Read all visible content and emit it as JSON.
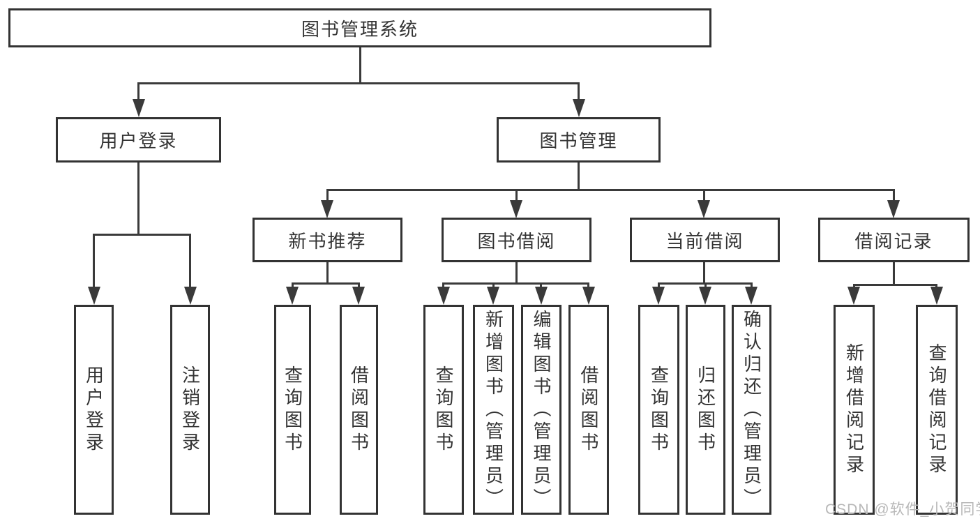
{
  "colors": {
    "background": "#ffffff",
    "border": "#333333",
    "line": "#3a3a3a",
    "text": "#333333",
    "watermark": "#b8b8b8"
  },
  "nodes": {
    "root": {
      "label": "图书管理系统"
    },
    "user_login": {
      "label": "用户登录",
      "children": [
        {
          "label": "用户登录"
        },
        {
          "label": "注销登录"
        }
      ]
    },
    "book_management": {
      "label": "图书管理",
      "children": [
        {
          "label": "新书推荐",
          "children": [
            {
              "label": "查询图书"
            },
            {
              "label": "借阅图书"
            }
          ]
        },
        {
          "label": "图书借阅",
          "children": [
            {
              "label": "查询图书"
            },
            {
              "label": "新增图书（管理员）"
            },
            {
              "label": "编辑图书（管理员）"
            },
            {
              "label": "借阅图书"
            }
          ]
        },
        {
          "label": "当前借阅",
          "children": [
            {
              "label": "查询图书"
            },
            {
              "label": "归还图书"
            },
            {
              "label": "确认归还（管理员）"
            }
          ]
        },
        {
          "label": "借阅记录",
          "children": [
            {
              "label": "新增借阅记录"
            },
            {
              "label": "查询借阅记录"
            }
          ]
        }
      ]
    }
  },
  "watermark": {
    "text": "CSDN @软件_小贺同学"
  }
}
